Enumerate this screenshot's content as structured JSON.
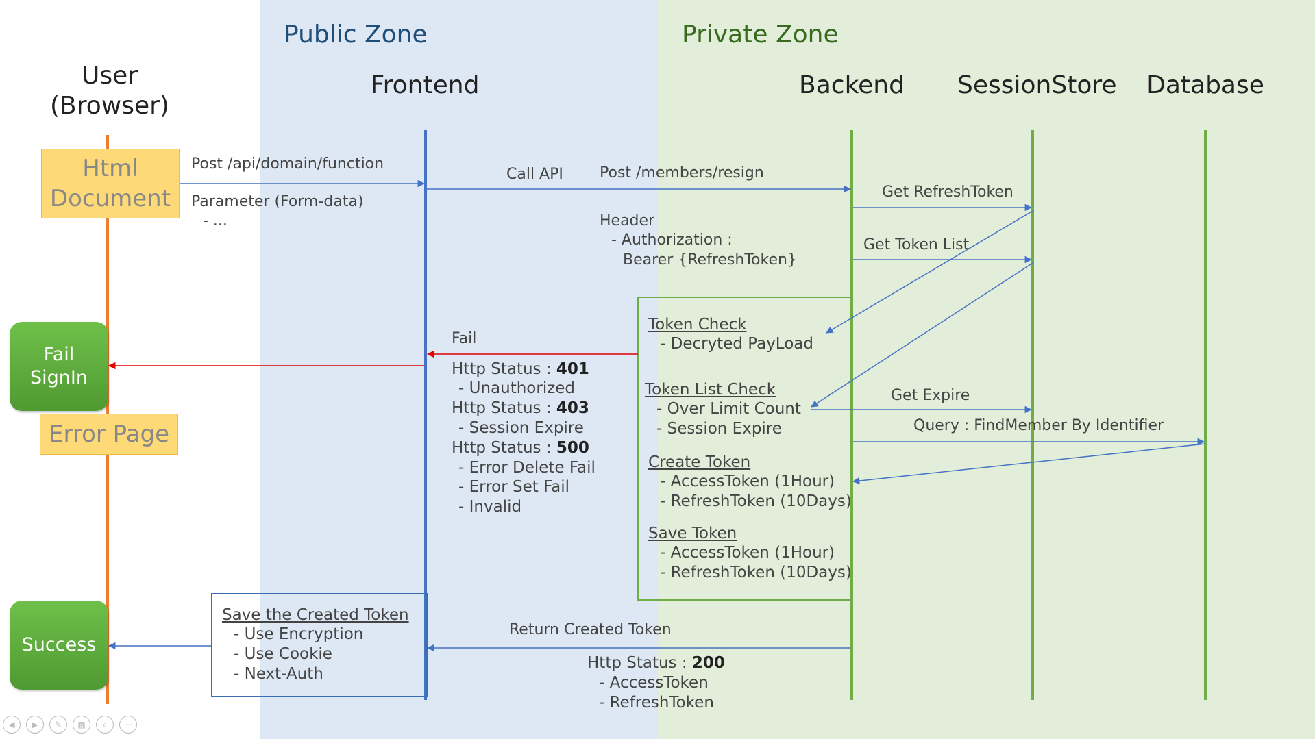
{
  "zones": {
    "public": "Public Zone",
    "private": "Private Zone"
  },
  "actors": {
    "user_line1": "User",
    "user_line2": "(Browser)",
    "frontend": "Frontend",
    "backend": "Backend",
    "sessionstore": "SessionStore",
    "database": "Database"
  },
  "colors": {
    "public_zone": "#dde8f4",
    "private_zone": "#e2eed9",
    "user_lifeline": "#ed7d31",
    "frontend_lifeline": "#4472c4",
    "backend_lifeline": "#70ad47",
    "error_arrow": "#e00000",
    "note_yellow": "#fed978",
    "status_green": "#5aab3b"
  },
  "boxes": {
    "html_document_line1": "Html",
    "html_document_line2": "Document",
    "fail_signin_line1": "Fail",
    "fail_signin_line2": "SignIn",
    "error_page": "Error Page",
    "success": "Success"
  },
  "messages": {
    "post_api": "Post /api/domain/function",
    "parameter": "Parameter (Form-data)",
    "parameter_item": "- ...",
    "call_api": "Call API",
    "post_resign": "Post /members/resign",
    "header": "Header",
    "header_auth": "- Authorization :",
    "header_bearer": "Bearer {RefreshToken}",
    "get_refresh_token": "Get RefreshToken",
    "get_token_list": "Get Token List",
    "get_expire": "Get Expire",
    "query": "Query : FindMember By Identifier",
    "fail": "Fail",
    "return_created_token": "Return Created Token"
  },
  "fail_statuses": [
    {
      "label": "Http Status : ",
      "code": "401",
      "items": [
        "- Unauthorized"
      ]
    },
    {
      "label": "Http Status : ",
      "code": "403",
      "items": [
        "- Session Expire"
      ]
    },
    {
      "label": "Http Status : ",
      "code": "500",
      "items": [
        "- Error Delete Fail",
        "- Error Set Fail",
        "- Invalid"
      ]
    }
  ],
  "backend_process": {
    "token_check": {
      "title": "Token Check",
      "items": [
        "- Decryted PayLoad"
      ]
    },
    "token_list_check": {
      "title": "Token List Check",
      "items": [
        "- Over Limit Count",
        "- Session Expire"
      ]
    },
    "create_token": {
      "title": "Create Token",
      "items": [
        "- AccessToken (1Hour)",
        "- RefreshToken (10Days)"
      ]
    },
    "save_token": {
      "title": "Save Token",
      "items": [
        "- AccessToken (1Hour)",
        "- RefreshToken (10Days)"
      ]
    }
  },
  "success_response": {
    "label": "Http Status : ",
    "code": "200",
    "items": [
      "- AccessToken",
      "- RefreshToken"
    ]
  },
  "frontend_save": {
    "title": "Save the Created Token",
    "items": [
      "- Use Encryption",
      "- Use Cookie",
      "- Next-Auth"
    ]
  }
}
